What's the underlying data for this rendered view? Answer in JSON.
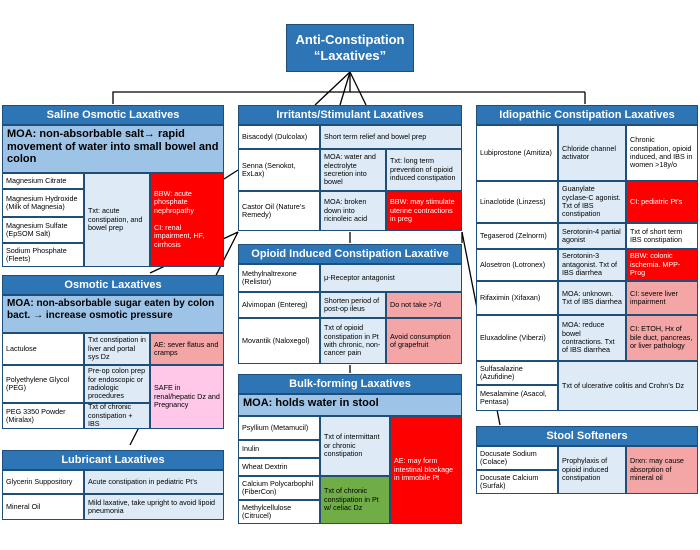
{
  "title": {
    "line1": "Anti-Constipation",
    "line2": "“Laxatives”"
  },
  "saline": {
    "header": "Saline Osmotic Laxatives",
    "moa": "MOA: non-absorbable salt→ rapid movement of water into small bowel and colon",
    "drugs": [
      "Magnesium Citrate",
      "Magnesium Hydroxide (Milk of Magnesia)",
      "Magnesium Sulfate (EpSOM Salt)",
      "Sodium Phosphate (Fleets)"
    ],
    "use": "Txt: acute constipation, and bowel prep",
    "ae": "BBW: acute phosphate nephropathy\n\nCI: renal impairment, HF, cirrhosis"
  },
  "osmotic": {
    "header": "Osmotic Laxatives",
    "moa": "MOA: non-absorbable sugar eaten by colon bact. → increase osmotic pressure",
    "rows": [
      {
        "drug": "Lactulose",
        "use": "Txt constipation in liver and portal sys Dz",
        "note": "AE: sever flatus and cramps"
      },
      {
        "drug": "Polyethylene Glycol (PEG)",
        "use": "Pre-op colon prep for endoscopic or radiologic procedures"
      },
      {
        "drug": "PEG 3350 Powder (Miralax)",
        "use": "Txt of chronic constipation + IBS"
      }
    ],
    "safe": "SAFE in renal/hepatic Dz and Pregnancy"
  },
  "lubricant": {
    "header": "Lubricant Laxatives",
    "rows": [
      {
        "drug": "Glycerin Suppository",
        "use": "Acute constipation in pediatric Pt’s"
      },
      {
        "drug": "Mineral Oil",
        "use": "Mild laxative, take upright to avoid lipoid pneumonia"
      }
    ]
  },
  "irritants": {
    "header": "Irritants/Stimulant Laxatives",
    "rows": [
      {
        "drug": "Bisacodyl (Dulcolax)",
        "use": "Short term relief and bowel prep"
      },
      {
        "drug": "Senna (Senokot, ExLax)",
        "moa": "MOA: water and electrolyte secretion into bowel",
        "use": "Txt: long term prevention of opioid induced constipation"
      },
      {
        "drug": "Castor Oil (Nature’s Remedy)",
        "moa": "MOA: broken down into ricinoleic acid",
        "note": "BBW: may stimulate uterine contractions in preg"
      }
    ]
  },
  "opioid": {
    "header": "Opioid Induced Constipation Laxative",
    "rows": [
      {
        "drug": "Methylnaltrexone (Relistor)",
        "moa": "μ-Receptor antagonist"
      },
      {
        "drug": "Alvimopan (Entereg)",
        "moa": "Shorten period of post-op ileus",
        "note": "Do not take >7d"
      },
      {
        "drug": "Movantik (Naloxegol)",
        "moa": "Txt of opioid constipation in Pt with chronic, non-cancer pain",
        "note": "Avoid consumption of grapefruit"
      }
    ]
  },
  "bulk": {
    "header": "Bulk-forming Laxatives",
    "moa": "MOA: holds water in stool",
    "drugs": [
      "Psyllium (Metamucil)",
      "Inulin",
      "Wheat Dextrin",
      "Calcium Polycarbophil (FiberCon)",
      "Methylcellulose (Citrucel)"
    ],
    "use1": "Txt of intermittant or chronic constipation",
    "use2": "Txt of chronic constipation in Pt w/ celiac Dz",
    "ae": "AE: may form intestinal blockage in immobile Pt"
  },
  "idiopathic": {
    "header": "Idiopathic Constipation Laxatives",
    "rows": [
      {
        "drug": "Lubiprostone (Amitiza)",
        "moa": "Chloride channel activator",
        "use": "Chronic constipation, opioid induced, and IBS in women >18y/o"
      },
      {
        "drug": "Linaclotide (Linzess)",
        "moa": "Guanylate cyclase-C agonist. Txt of IBS constipation",
        "note": "CI: pediatric Pt’s"
      },
      {
        "drug": "Tegaserod (Zelnorm)",
        "moa": "Serotonin-4 partial agonist",
        "use": "Txt of short term IBS constipation"
      },
      {
        "drug": "Alosetron (Lotronex)",
        "moa": "Serotonin-3 antagonist. Txt of IBS diarrhea",
        "note": "BBW: colonic ischemia. MPP-Prog"
      },
      {
        "drug": "Rifaximin (Xifaxan)",
        "moa": "MOA: unknown. Txt of IBS diarrhea",
        "note": "CI: severe liver impairment"
      },
      {
        "drug": "Eluxadoline (Viberzi)",
        "moa": "MOA: reduce bowel contractions. Txt of IBS diarrhea",
        "note": "CI: ETOH, Hx of bile duct, pancreas, or liver pathology"
      }
    ],
    "ibd_drugs": [
      "Sulfasalazine (Azufidine)",
      "Mesalamine (Asacol, Pentasa)"
    ],
    "ibd_use": "Txt of ulcerative colitis and Crohn’s Dz"
  },
  "softeners": {
    "header": "Stool Softeners",
    "drugs": [
      "Docusate Sodium (Colace)",
      "Docusate Calcium (Surfak)"
    ],
    "use": "Prophylaxis of opioid induced constipation",
    "note": "Drxn: may cause absorption of mineral oil"
  },
  "colors": {
    "header": "#2e75b6",
    "moa": "#9dc3e6",
    "light": "#deebf7",
    "red": "#ff0000",
    "pink": "#f4a6a6",
    "green": "#70ad47"
  }
}
